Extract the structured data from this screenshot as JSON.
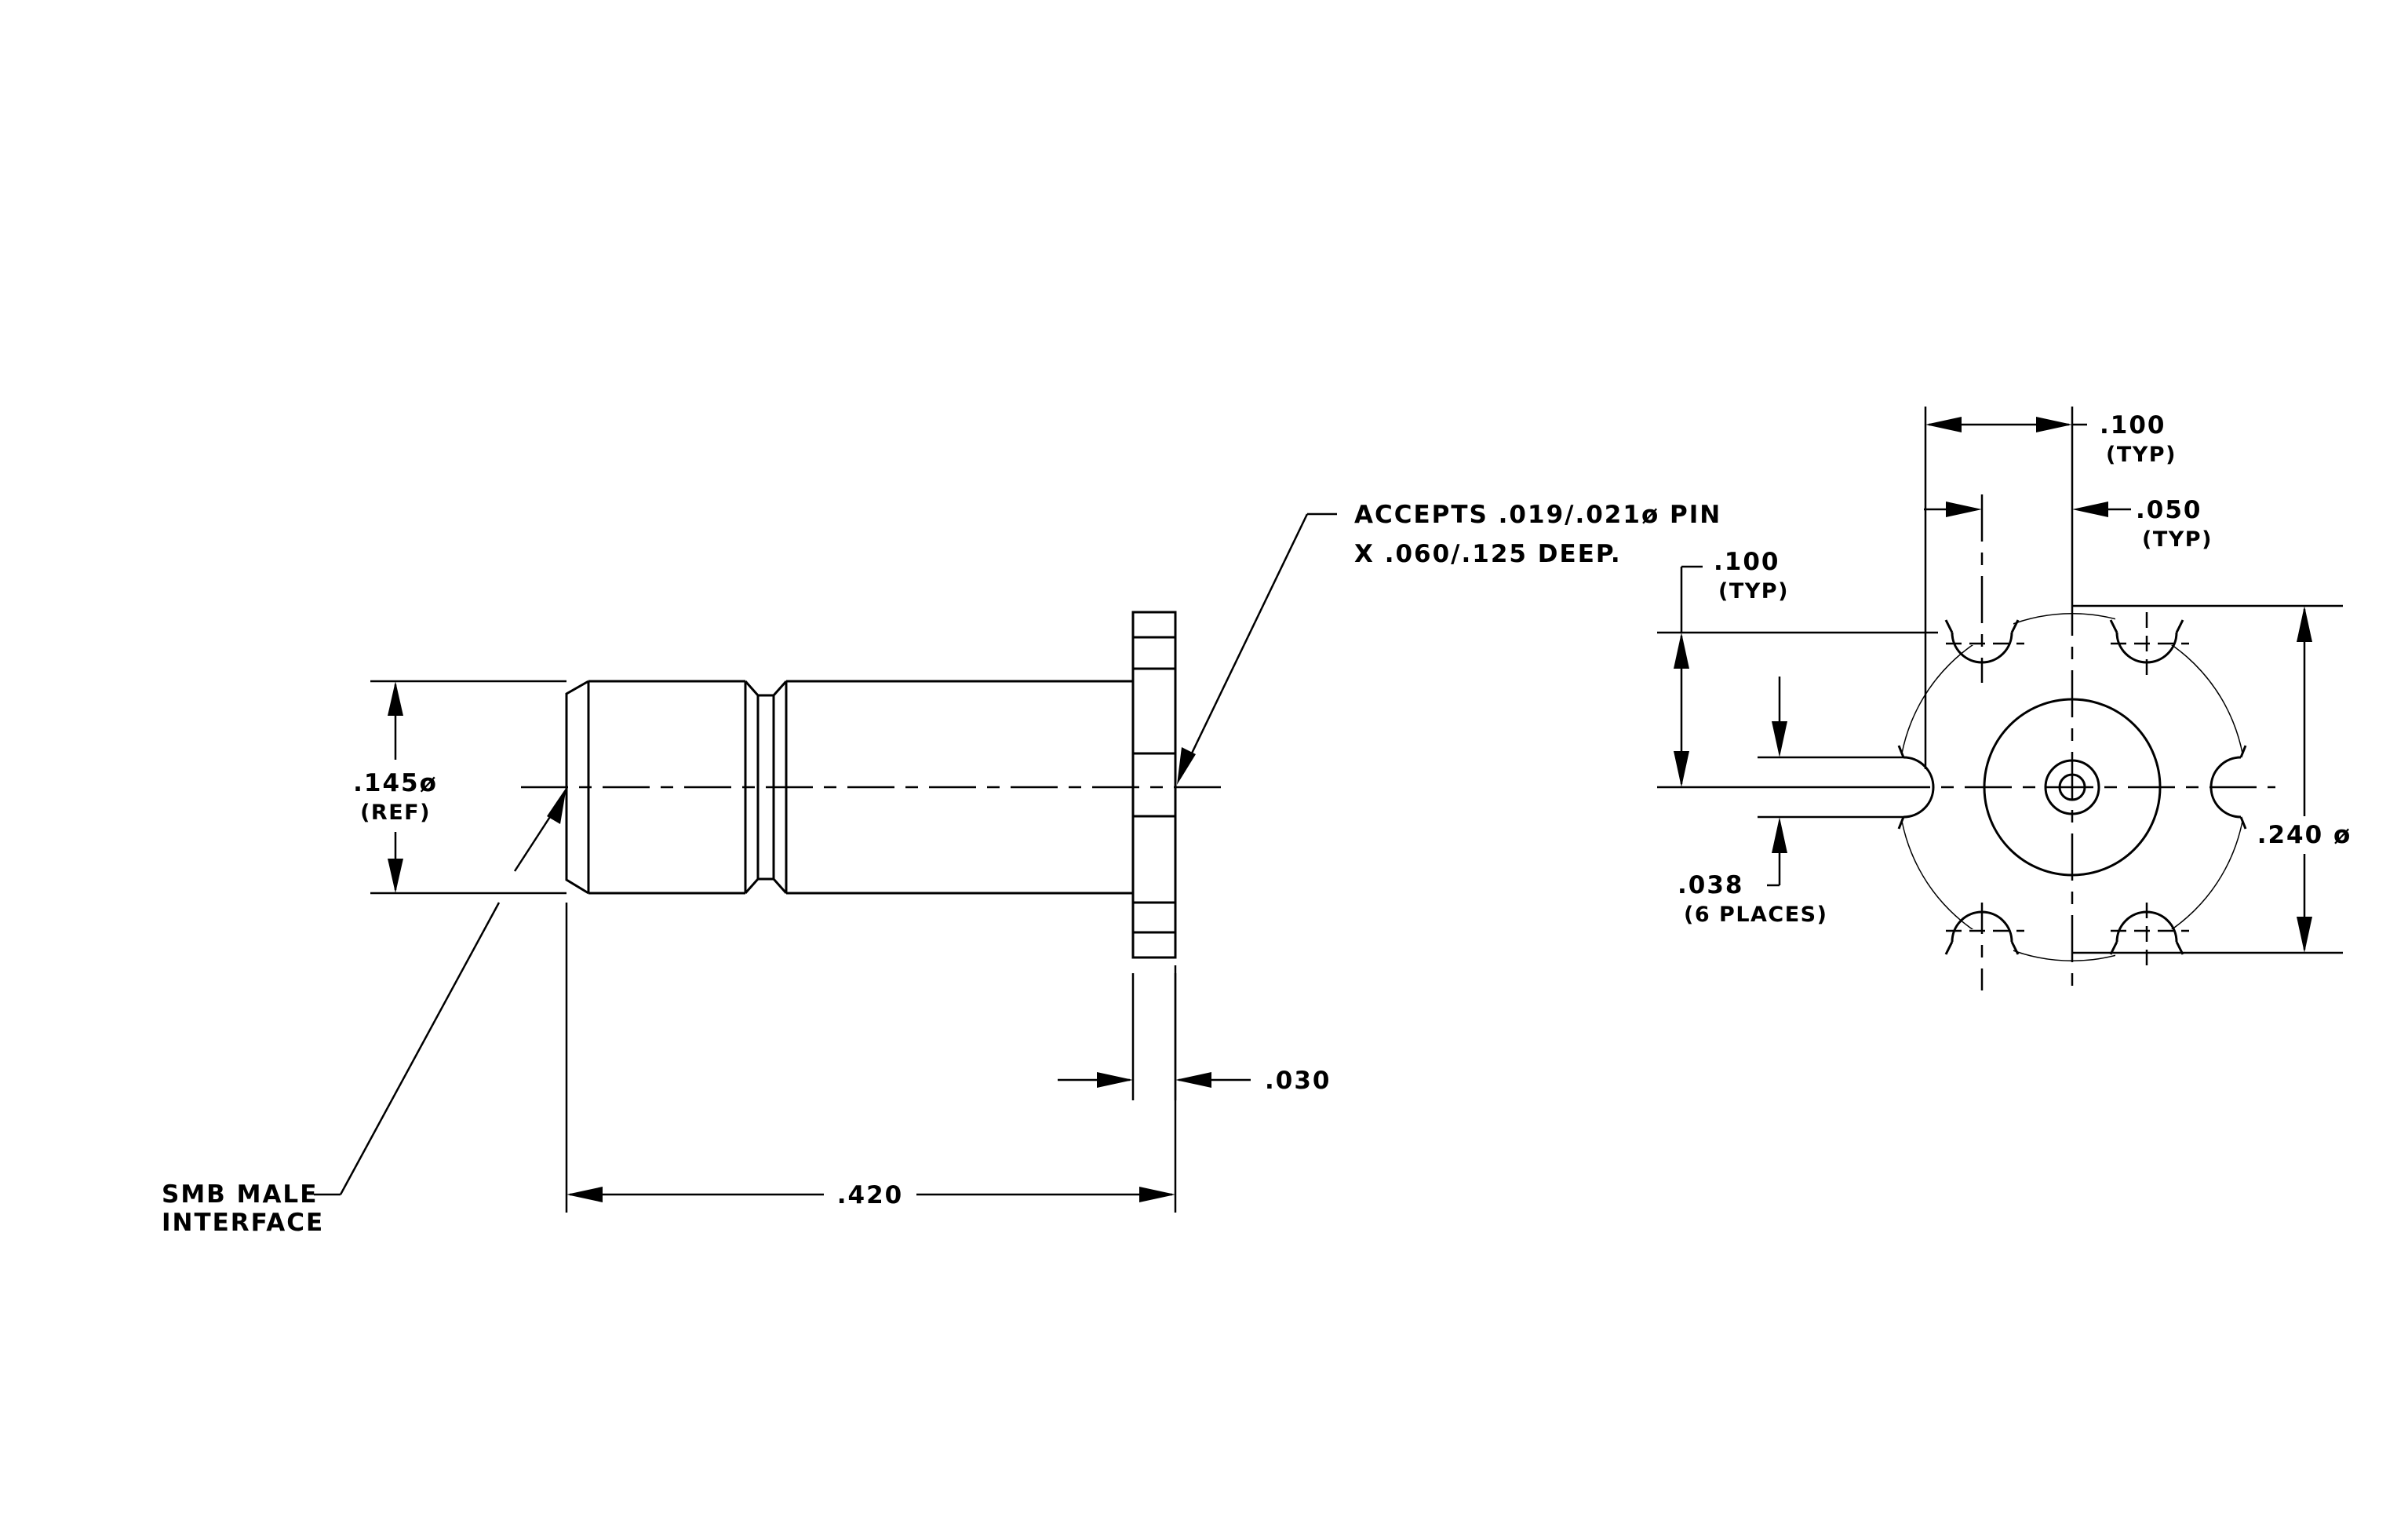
{
  "side_view": {
    "dim_body_diameter": ".145ø",
    "dim_body_diameter_note": "(REF)",
    "dim_overall_length": ".420",
    "dim_flange_thickness": ".030",
    "note_pin_line1": "ACCEPTS .019/.021ø PIN",
    "note_pin_line2": "X .060/.125 DEEP.",
    "note_interface_line1": "SMB MALE",
    "note_interface_line2": "INTERFACE"
  },
  "end_view": {
    "dim_slot_spacing_h": ".100",
    "dim_slot_spacing_h_note": "(TYP)",
    "dim_slot_offset": ".050",
    "dim_slot_offset_note": "(TYP)",
    "dim_slot_spacing_v": ".100",
    "dim_slot_spacing_v_note": "(TYP)",
    "dim_slot_width": ".038",
    "dim_slot_width_note": "(6 PLACES)",
    "dim_flange_diameter": ".240 ø"
  }
}
